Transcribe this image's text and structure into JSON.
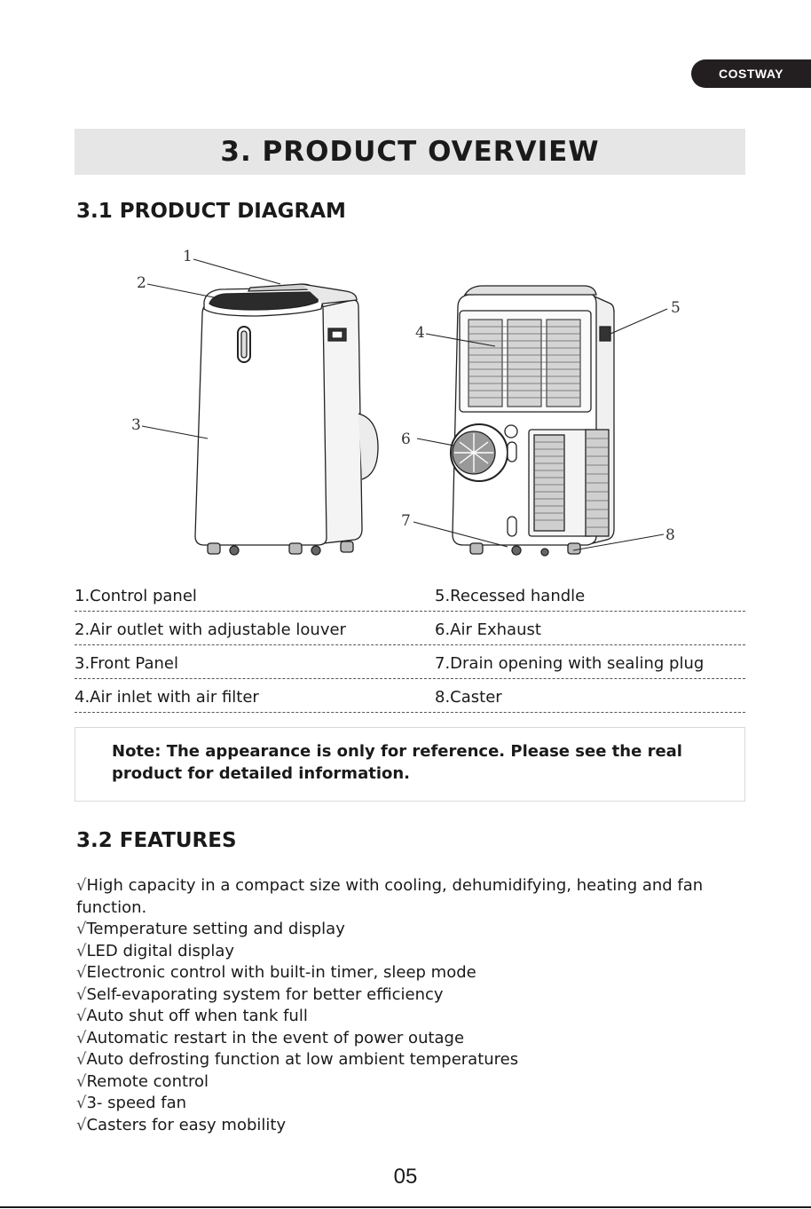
{
  "brand": "COSTWAY",
  "section_title": "3. PRODUCT OVERVIEW",
  "diagram_heading": "3.1 PRODUCT DIAGRAM",
  "callouts": [
    "1",
    "2",
    "3",
    "4",
    "5",
    "6",
    "7",
    "8"
  ],
  "parts": {
    "left": [
      "1.Control panel",
      "2.Air outlet with adjustable louver",
      "3.Front Panel",
      "4.Air inlet with air filter"
    ],
    "right": [
      "5.Recessed handle",
      "6.Air Exhaust",
      "7.Drain opening with sealing plug",
      "8.Caster"
    ]
  },
  "note": "Note: The appearance is only for reference. Please see the real product for detailed information.",
  "features_heading": "3.2 FEATURES",
  "check_mark": "√",
  "features": [
    "High capacity in a compact size with cooling, dehumidifying, heating and fan function.",
    "Temperature setting and display",
    "LED digital display",
    "Electronic control with built-in timer, sleep mode",
    "Self-evaporating system for better efficiency",
    "Auto shut off when tank full",
    "Automatic restart in the event of power outage",
    "Auto defrosting function at low ambient temperatures",
    "Remote control",
    "3- speed fan",
    "Casters for easy mobility"
  ],
  "page_number": "05"
}
